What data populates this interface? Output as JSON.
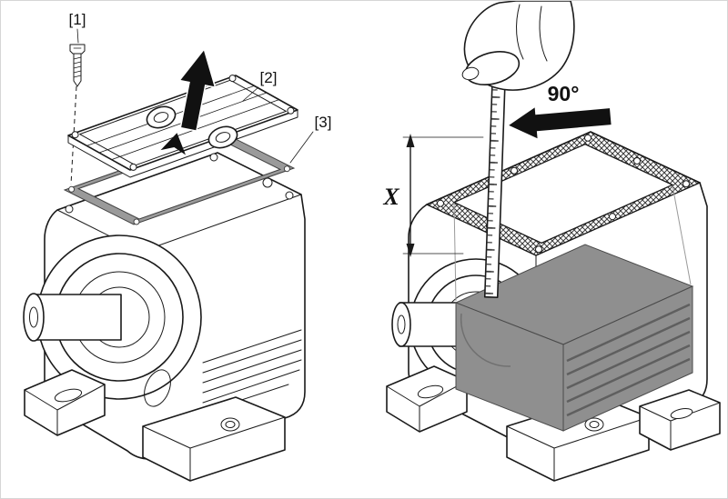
{
  "figure": {
    "colors": {
      "background": "#ffffff",
      "line": "#1a1a1a",
      "gasket": "#9a9a9a",
      "oil": "#8f8f8f",
      "oil_dark": "#5f5f5f",
      "arrow": "#111111"
    },
    "left": {
      "labels": {
        "screw": "[1]",
        "cover_plate": "[2]",
        "gasket": "[3]"
      },
      "icons": {
        "removal_arrow": "up-arrow",
        "motion_chevron": "up-chevron"
      }
    },
    "right": {
      "labels": {
        "level_dimension": "X",
        "angle": "90°"
      },
      "icons": {
        "angle_arrow": "left-arrow"
      }
    }
  }
}
